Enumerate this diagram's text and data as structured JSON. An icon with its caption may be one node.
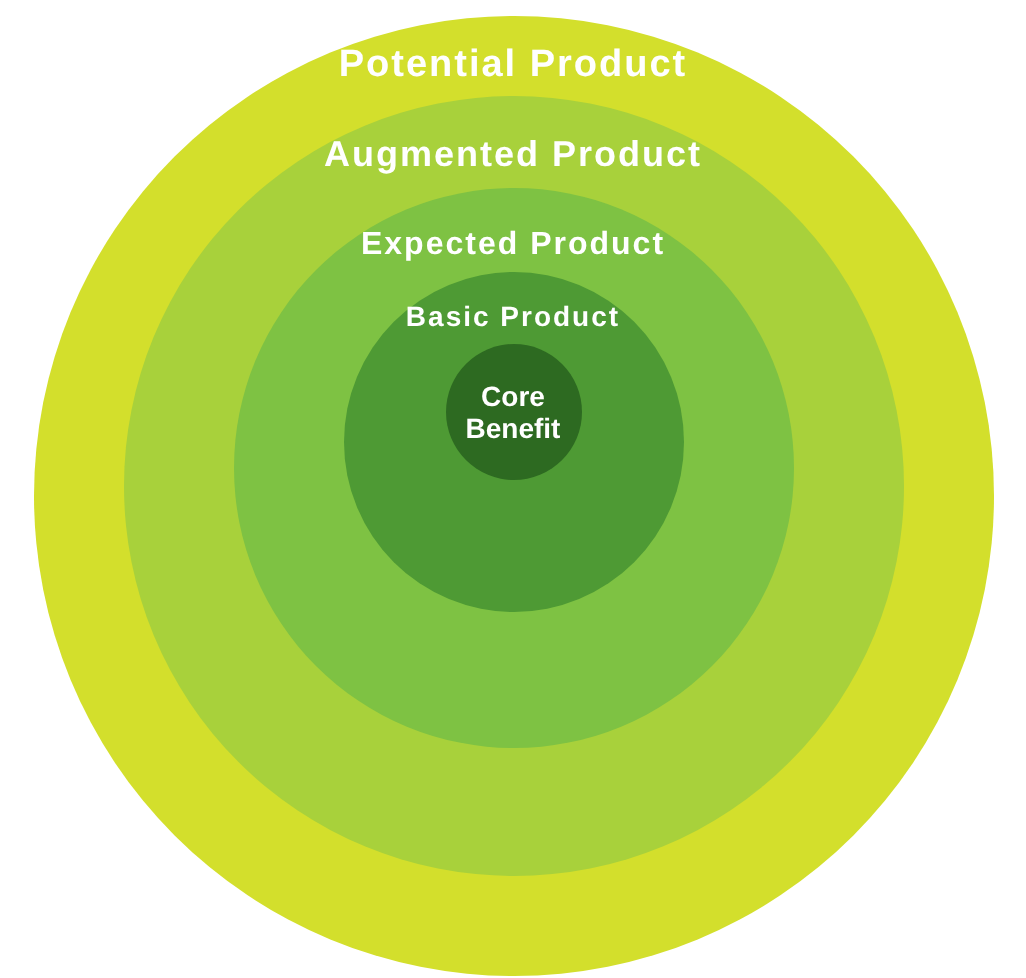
{
  "diagram": {
    "nodes": [
      {
        "text": [
          "Potential Product"
        ]
      },
      {
        "text": [
          "Augmented Product"
        ],
        "in": 0
      },
      {
        "text": [
          "Expected Product"
        ],
        "in": 1
      },
      {
        "text": [
          "Basic Product"
        ],
        "in": 2
      },
      {
        "text": [
          "Core Benefit"
        ],
        "in": 3
      }
    ]
  }
}
